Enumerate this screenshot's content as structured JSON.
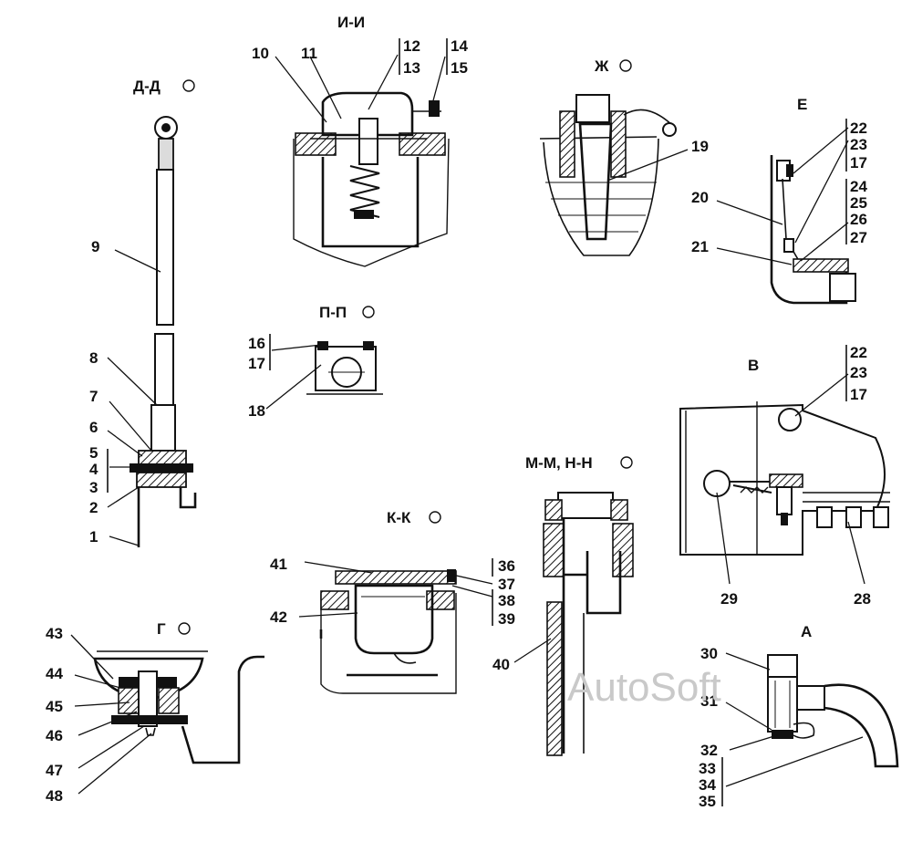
{
  "sections": {
    "d": "Д-Д",
    "i": "И-И",
    "zh": "Ж",
    "e": "Е",
    "p": "П-П",
    "v": "В",
    "m": "М-М, Н-Н",
    "k": "К-К",
    "g": "Г",
    "a": "А"
  },
  "callouts": [
    "1",
    "2",
    "3",
    "4",
    "5",
    "6",
    "7",
    "8",
    "9",
    "10",
    "11",
    "12",
    "13",
    "14",
    "15",
    "16",
    "17",
    "18",
    "19",
    "20",
    "21",
    "22",
    "23",
    "17",
    "24",
    "25",
    "26",
    "27",
    "22",
    "23",
    "17",
    "28",
    "29",
    "30",
    "31",
    "32",
    "33",
    "34",
    "35",
    "36",
    "37",
    "38",
    "39",
    "40",
    "41",
    "42",
    "43",
    "44",
    "45",
    "46",
    "47",
    "48"
  ],
  "watermark": "AutoSoft"
}
